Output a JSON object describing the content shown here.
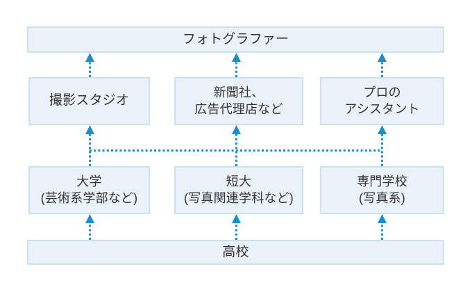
{
  "diagram": {
    "title_node": {
      "id": "photographer",
      "label": "フォトグラファー"
    },
    "career_paths": [
      {
        "id": "studio",
        "label": "撮影スタジオ"
      },
      {
        "id": "agency",
        "label": "新聞社、\n広告代理店など"
      },
      {
        "id": "assistant",
        "label": "プロの\nアシスタント"
      }
    ],
    "schools": [
      {
        "id": "university",
        "label": "大学\n(芸術系学部など)"
      },
      {
        "id": "juniorcollege",
        "label": "短大\n(写真関連学科など)"
      },
      {
        "id": "vocational",
        "label": "専門学校\n(写真系)"
      }
    ],
    "base_node": {
      "id": "highschool",
      "label": "高校"
    },
    "colors": {
      "box_fill": "#eaf1f8",
      "box_border": "#c9e2f2",
      "arrow": "#1a8ed3",
      "text": "#333333",
      "background": "#ffffff"
    },
    "connector_style": "dotted-upward-arrow"
  }
}
